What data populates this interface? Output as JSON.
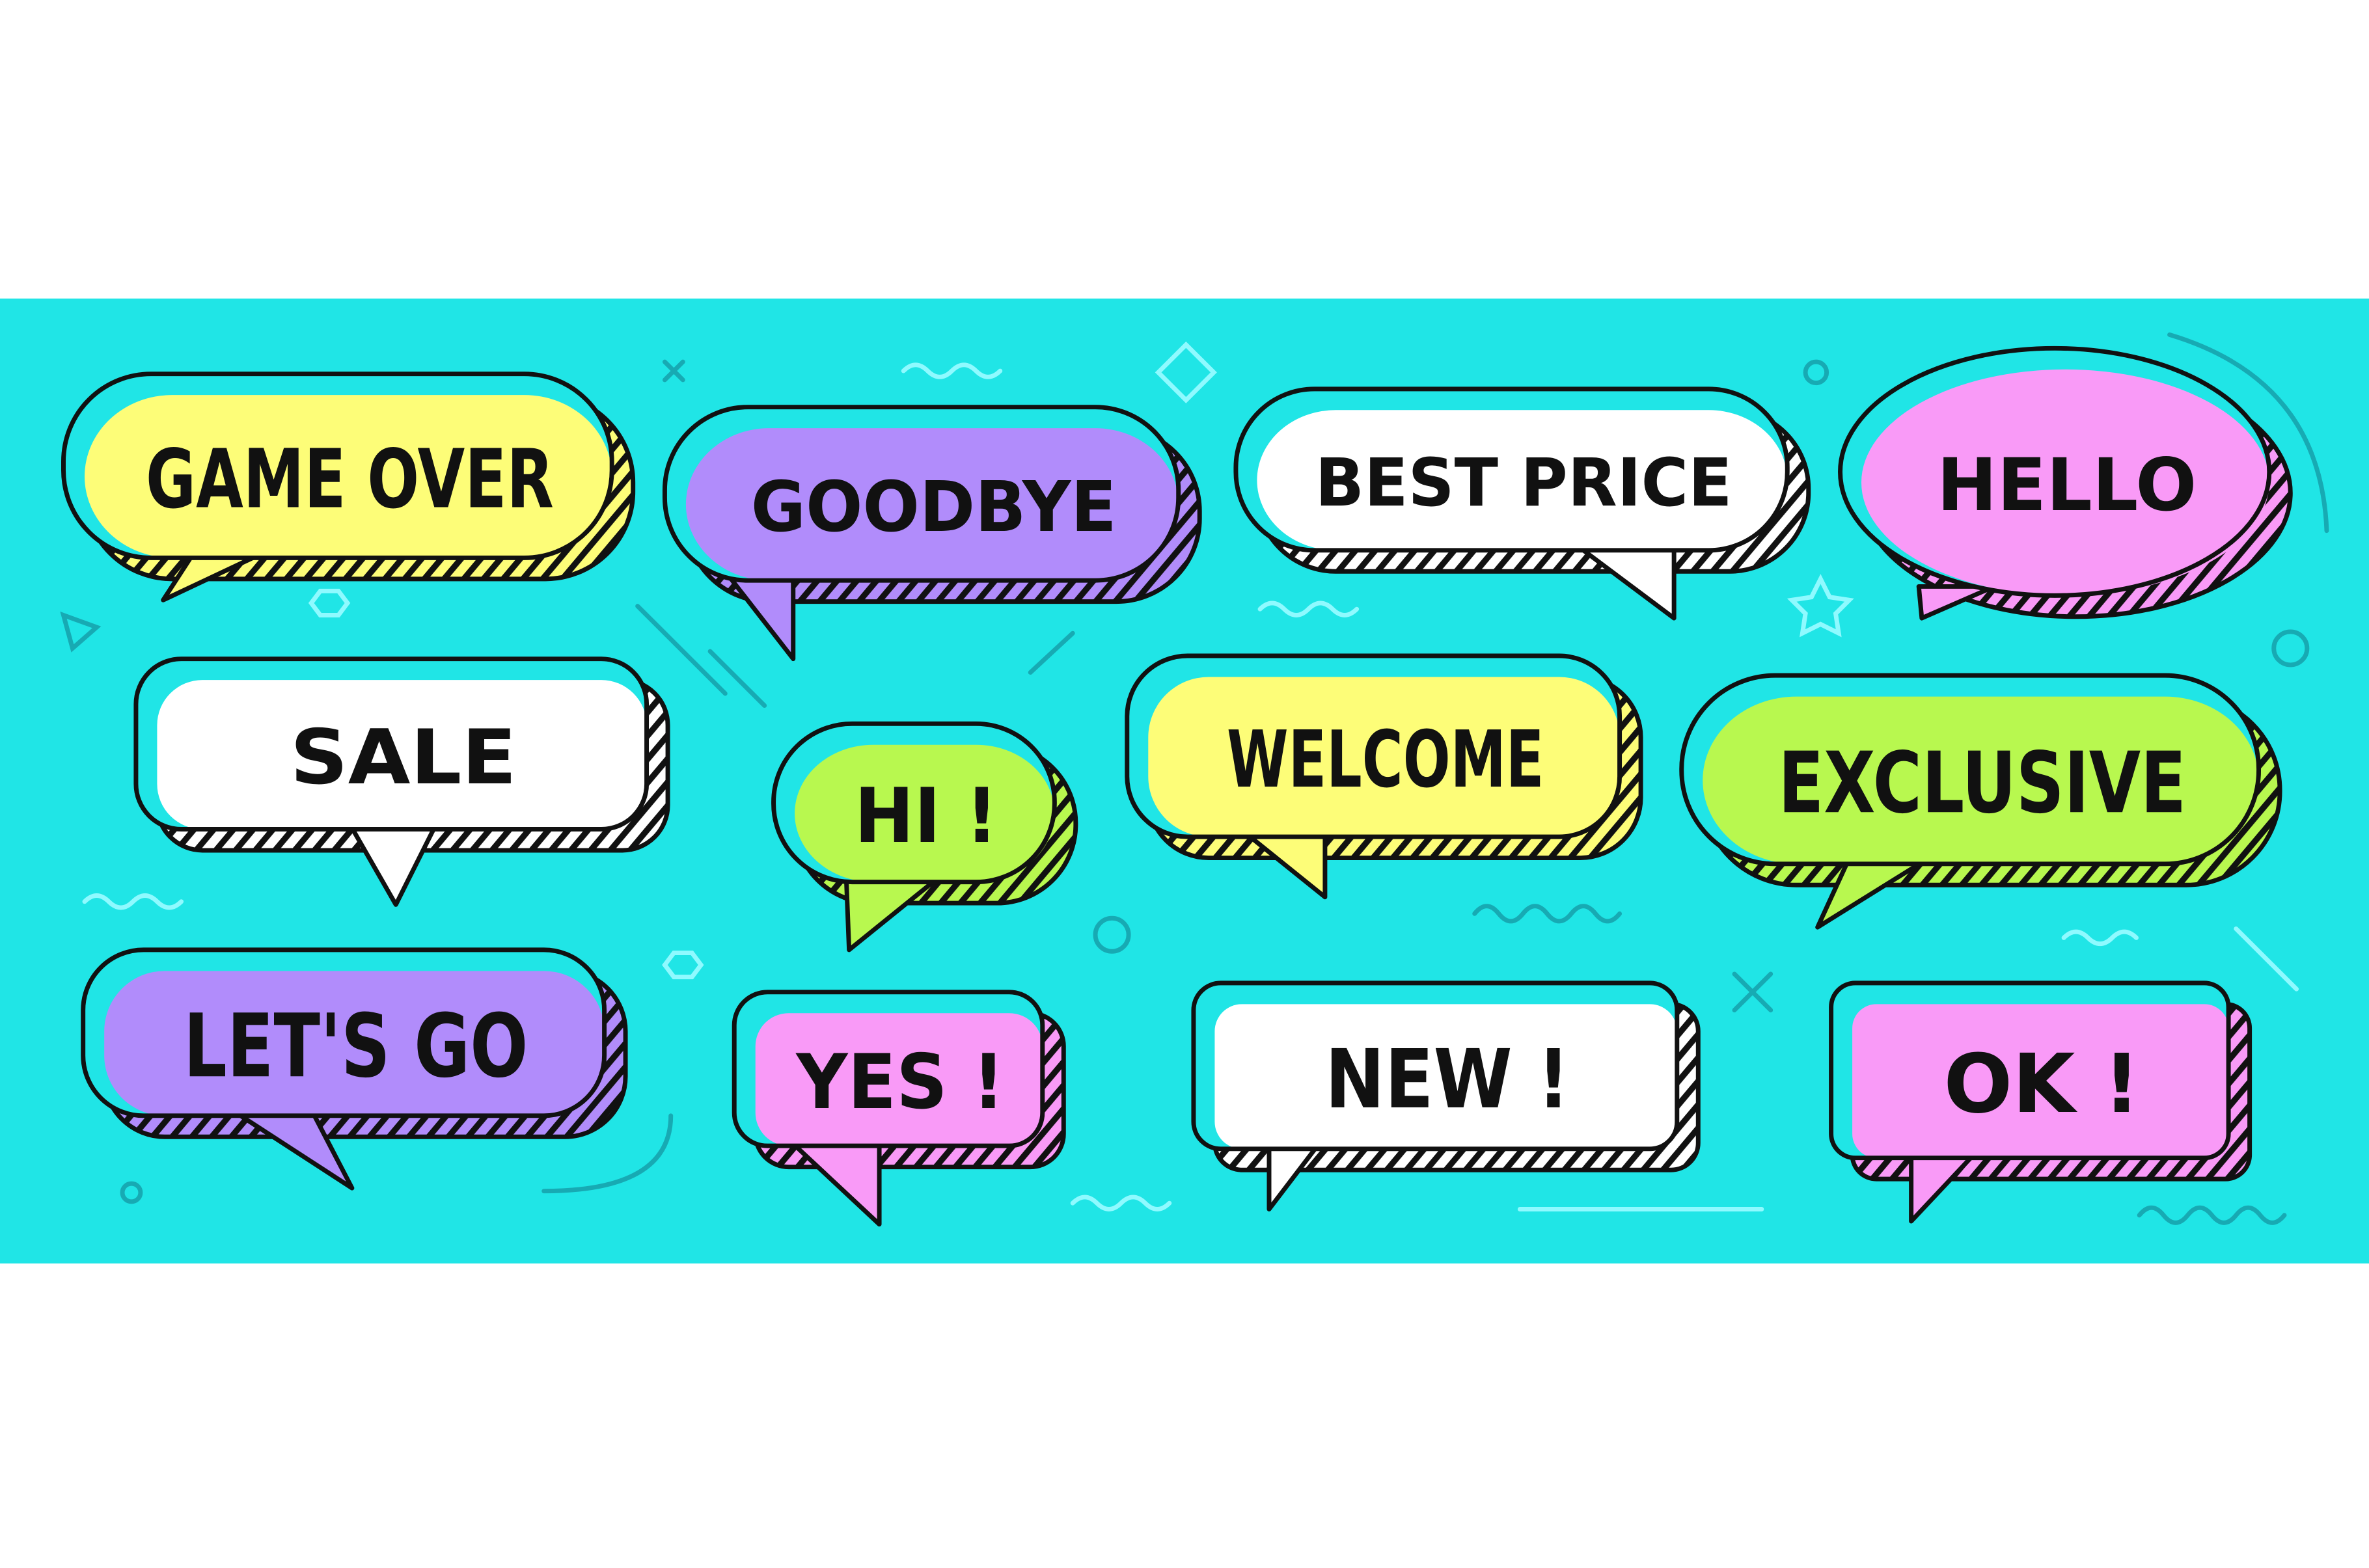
{
  "colors": {
    "background": "#ffffff",
    "band": "#20e5e6",
    "outline": "#111111",
    "yellow": "#fdfd78",
    "purple": "#b18cfb",
    "white": "#ffffff",
    "pink": "#f99af7",
    "green": "#b8f84f",
    "deco_dark": "#17aab3",
    "deco_light": "#8ffaff"
  },
  "bubbles": [
    {
      "label": "GAME OVER",
      "color": "yellow"
    },
    {
      "label": "GOODBYE",
      "color": "purple"
    },
    {
      "label": "BEST PRICE",
      "color": "white"
    },
    {
      "label": "HELLO",
      "color": "pink"
    },
    {
      "label": "SALE",
      "color": "white"
    },
    {
      "label": "HI !",
      "color": "green"
    },
    {
      "label": "WELCOME",
      "color": "yellow"
    },
    {
      "label": "EXCLUSIVE",
      "color": "green"
    },
    {
      "label": "LET'S GO",
      "color": "purple"
    },
    {
      "label": "YES !",
      "color": "pink"
    },
    {
      "label": "NEW !",
      "color": "white"
    },
    {
      "label": "OK !",
      "color": "pink"
    }
  ]
}
